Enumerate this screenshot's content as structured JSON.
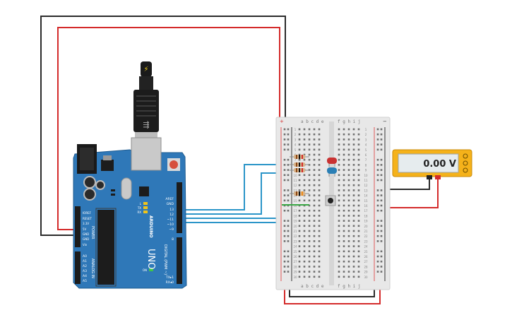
{
  "arduino": {
    "brand": "ARDUINO",
    "model": "UNO",
    "digital_label": "DIGITAL (PWM ~)",
    "power_label": "POWER",
    "analog_label": "ANALOG IN",
    "top_pins": {
      "aref": "AREF",
      "gnd": "GND",
      "p13": "13",
      "p12": "12",
      "p11": "~11",
      "p10": "~10",
      "p9": "~9",
      "p8": "8"
    },
    "power_pins": {
      "ioref": "IOREF",
      "reset": "RESET",
      "v33": "3.3V",
      "v5": "5V",
      "gnd1": "GND",
      "gnd2": "GND",
      "vin": "Vin"
    },
    "analog_pins": {
      "a0": "A0",
      "a1": "A1",
      "a2": "A2",
      "a3": "A3",
      "a4": "A4",
      "a5": "A5"
    },
    "bottom_pins": {
      "tx": "TX▸1",
      "rx": "RX◂0"
    },
    "led_labels": {
      "l": "L",
      "tx": "TX",
      "rx": "RX",
      "on": "ON"
    }
  },
  "breadboard": {
    "cols_left": "a b c d e",
    "cols_right": "f g h i j",
    "rail_plus": "+",
    "rail_minus": "−"
  },
  "multimeter": {
    "reading": "0.00 V"
  },
  "colors": {
    "board": "#2f78b8",
    "wire_red": "#d42b2b",
    "wire_black": "#2b2b2b",
    "wire_blue": "#2b95c8",
    "wire_green": "#3aa845",
    "meter_body": "#f5b21a"
  }
}
